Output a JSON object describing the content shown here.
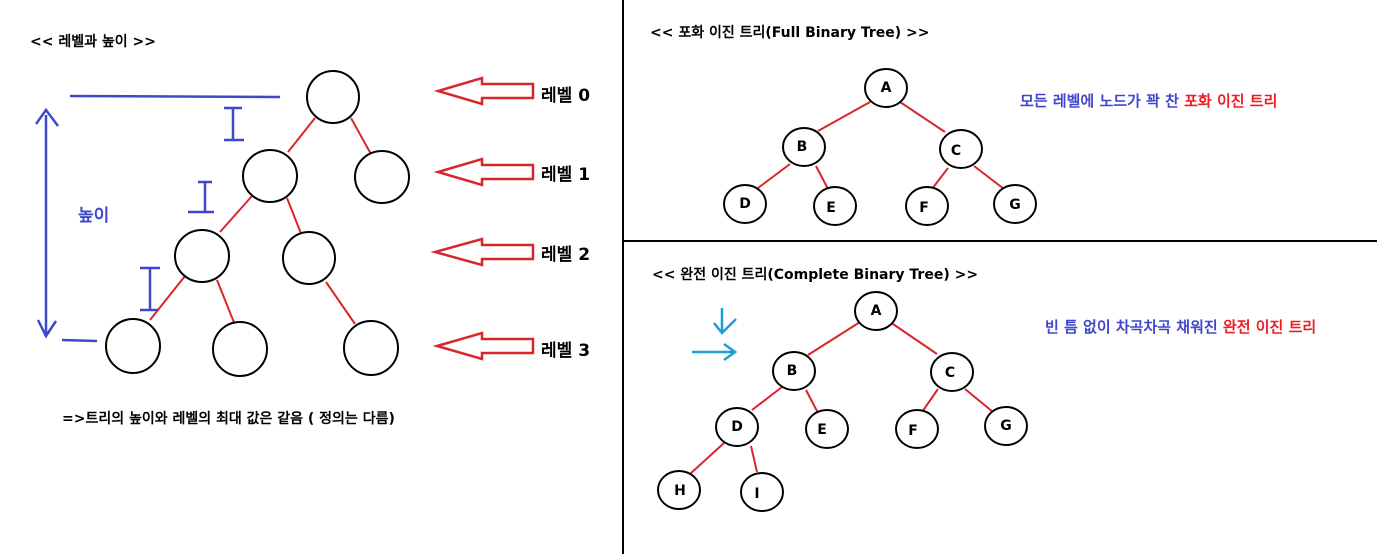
{
  "left": {
    "title": "<< 레벨과 높이 >>",
    "levels": [
      "레벨 0",
      "레벨 1",
      "레벨 2",
      "레벨 3"
    ],
    "height_label": "높이",
    "note": "=>트리의 높이와 레벨의 최대 값은 같음 ( 정의는 다름)"
  },
  "full": {
    "title": "<< 포화 이진 트리(Full Binary Tree) >>",
    "nodes": [
      "A",
      "B",
      "C",
      "D",
      "E",
      "F",
      "G"
    ],
    "caption_blue": "모든 레벨에 노드가 꽉 찬 ",
    "caption_red": "포화 이진 트리"
  },
  "complete": {
    "title": "<< 완전 이진 트리(Complete Binary Tree) >>",
    "nodes": [
      "A",
      "B",
      "C",
      "D",
      "E",
      "F",
      "G",
      "H",
      "I"
    ],
    "caption_blue": "빈 틈 없이 차곡차곡 채워진 ",
    "caption_red": "완전 이진 트리"
  },
  "colors": {
    "edge": "#d8262e",
    "blue": "#3f48cc",
    "cyan": "#1a9fd6",
    "arrow": "#d8262e"
  }
}
